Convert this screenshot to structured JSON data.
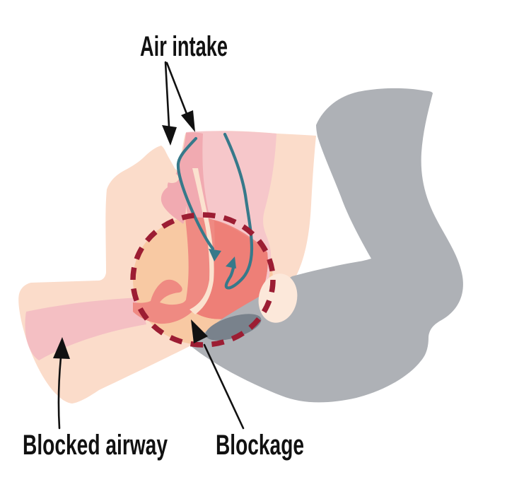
{
  "figure": {
    "type": "medical-illustration",
    "subject": "obstructed-airway-sleeping-head-profile",
    "labels": {
      "air_intake": "Air intake",
      "blocked_airway": "Blocked airway",
      "blockage": "Blockage"
    },
    "colors": {
      "background": "#ffffff",
      "skin": "#fbdcca",
      "skin_light": "#fce8da",
      "circle_fill": "#f8c9a3",
      "pink_light": "#f6c7ca",
      "pink_deep": "#f1aab1",
      "airway_band": "#f4bfc3",
      "salmon": "#ef8a82",
      "salmon_deep": "#ee7f77",
      "sliver": "#fbe2cf",
      "teal": "#37798a",
      "ring": "#9c1d33",
      "hair": "#aeb1b6",
      "hair_shadow": "#79828c",
      "ink": "#111111"
    }
  }
}
